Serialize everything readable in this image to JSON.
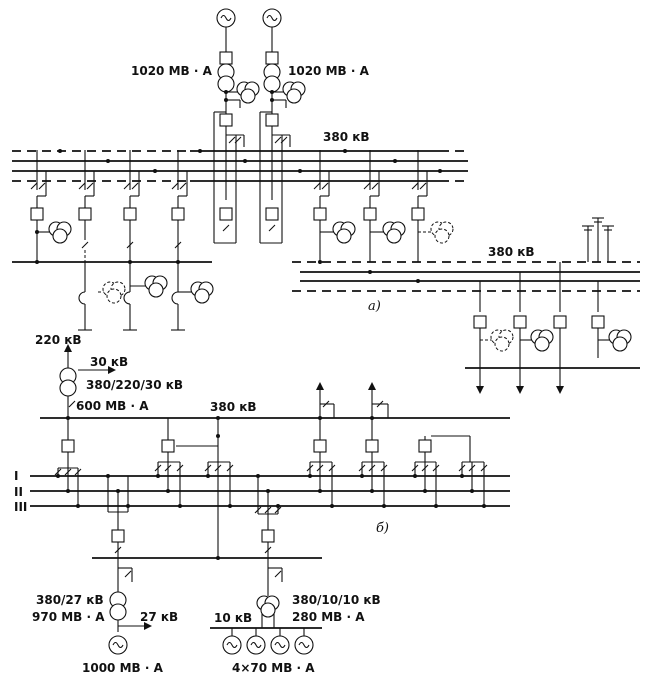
{
  "diagram_a": {
    "gen1_rating": "1020 МВ · А",
    "gen2_rating": "1020 МВ · А",
    "bus_upper_voltage": "380 кВ",
    "bus_right_voltage": "380 кВ",
    "caption": "а)"
  },
  "diagram_b": {
    "voltage_220": "220 кВ",
    "voltage_30": "30 кВ",
    "autotransformer_ratio": "380/220/30 кВ",
    "autotransformer_rating": "600 МВ · А",
    "bus_voltage": "380 кВ",
    "bus_label_1": "I",
    "bus_label_2": "II",
    "bus_label_3": "III",
    "caption": "б)",
    "left_transformer_ratio": "380/27  кВ",
    "left_transformer_rating": "970 МВ · А",
    "left_generator_voltage": "27  кВ",
    "left_generator_rating": "1000 МВ · А",
    "right_transformer_ratio": "380/10/10 кВ",
    "right_transformer_rating": "280 МВ · А",
    "right_low_voltage": "10 кВ",
    "right_generator_rating": "4×70 МВ · А"
  }
}
